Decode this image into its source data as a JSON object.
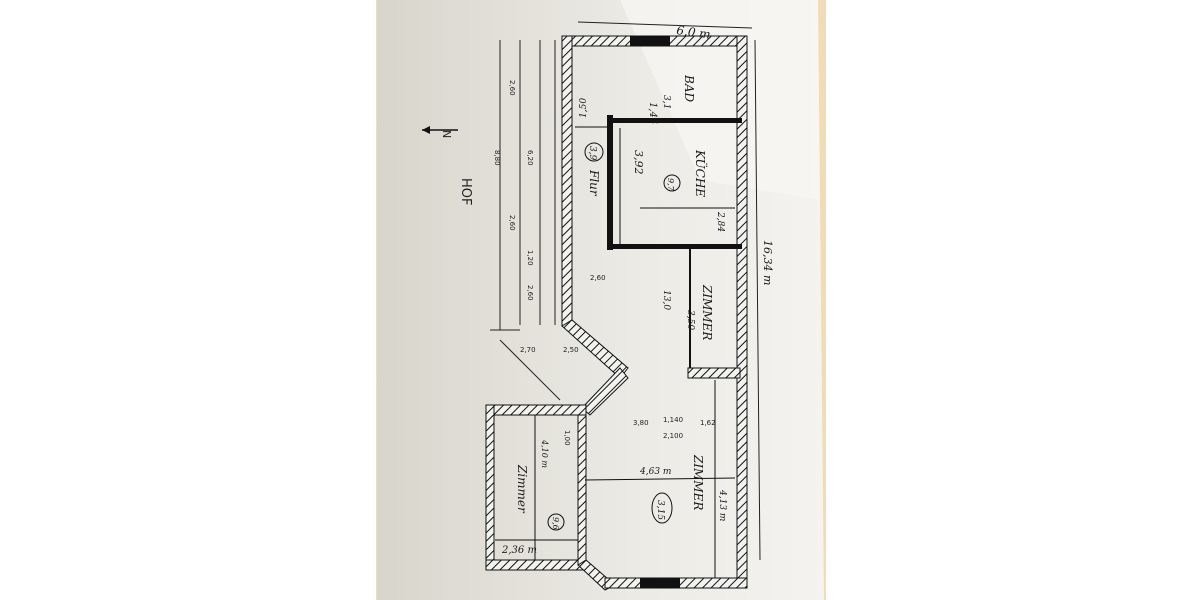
{
  "plan": {
    "width_label": "6,0 m",
    "length_label": "16,34 m",
    "courtyard_label": "HOF",
    "north_label": "N",
    "rooms": {
      "bath": {
        "name": "BAD",
        "number": "3,1"
      },
      "kitchen": {
        "name": "KÜCHE",
        "number": "9,7",
        "dim_length": "3,92",
        "dim_width": "2,84"
      },
      "hall": {
        "name": "Flur",
        "number": "3,9",
        "dim_width": "1,50"
      },
      "room1": {
        "name": "ZIMMER",
        "number": "13,0",
        "dim": "3,50"
      },
      "room2": {
        "name": "ZIMMER",
        "number": "3,15",
        "dim_width": "4,63 m",
        "dim_length": "4,13 m"
      },
      "room3": {
        "name": "Zimmer",
        "number": "9,6",
        "dim_width": "2,36 m",
        "dim_length": "4,10 m"
      }
    },
    "bath_door_dim": "1,45",
    "misc_dims": [
      "2,70",
      "2,50",
      "3,80",
      "1,140",
      "2,100",
      "1,62",
      "2,60",
      "1,00"
    ],
    "left_dims": [
      "2,60",
      "2,60",
      "6,20",
      "8,80",
      "2,60",
      "1,20"
    ]
  },
  "colors": {
    "background": "#f0dcb6",
    "paper": "#f6f5f1",
    "ink": "#1b1b1b"
  }
}
